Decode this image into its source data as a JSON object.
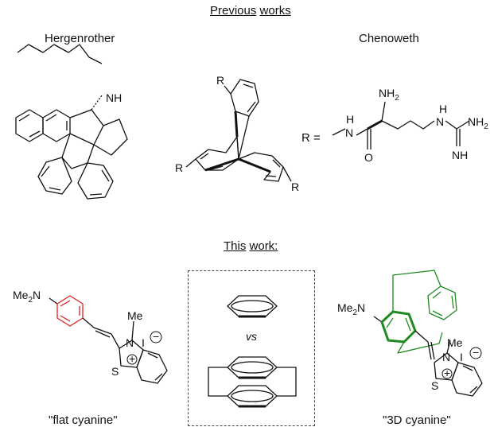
{
  "headings": {
    "previous_word1": "Previous",
    "previous_word2": "works",
    "this_word1": "This",
    "this_word2": "work:"
  },
  "labels": {
    "hergenrother": "Hergenrother",
    "chenoweth": "Chenoweth",
    "r_eq": "R =",
    "vs": "vs",
    "flat": "\"flat cyanine\"",
    "threed": "\"3D cyanine\""
  },
  "atoms": {
    "nh": "NH",
    "r": "R",
    "h": "H",
    "nh2": "NH",
    "sub2": "2",
    "o": "O",
    "nh_imine": "NH",
    "n": "N",
    "me": "Me",
    "i": "I",
    "s": "S",
    "me2n_prefix": "Me",
    "me2n_suffix": "N",
    "plus": "+",
    "minus": "−"
  },
  "colors": {
    "black": "#111111",
    "red": "#e02020",
    "green": "#1f8a1f",
    "dash": "#444444"
  }
}
